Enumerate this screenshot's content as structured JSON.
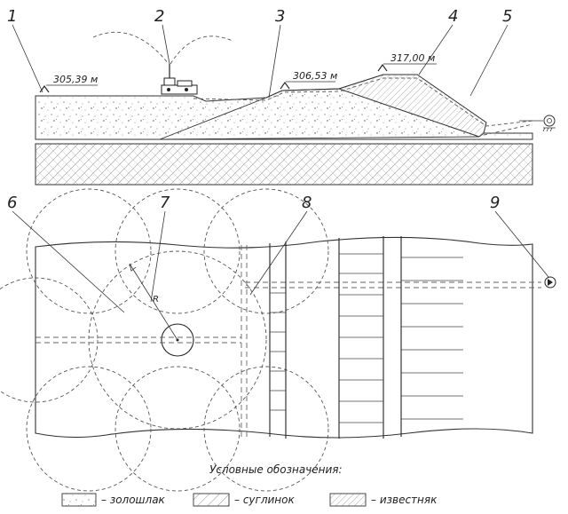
{
  "callouts": [
    "1",
    "2",
    "3",
    "4",
    "5",
    "6",
    "7",
    "8",
    "9"
  ],
  "elevations": {
    "left": "305,39 м",
    "middle": "306,53 м",
    "top": "317,00 м"
  },
  "radius_label": "R",
  "legend": {
    "title": "Условные обозначения:",
    "items": [
      {
        "swatch": "dots",
        "label": "– золошлак"
      },
      {
        "swatch": "hatch-sparse",
        "label": "– суглинок"
      },
      {
        "swatch": "hatch-dense",
        "label": "– известняк"
      }
    ]
  }
}
